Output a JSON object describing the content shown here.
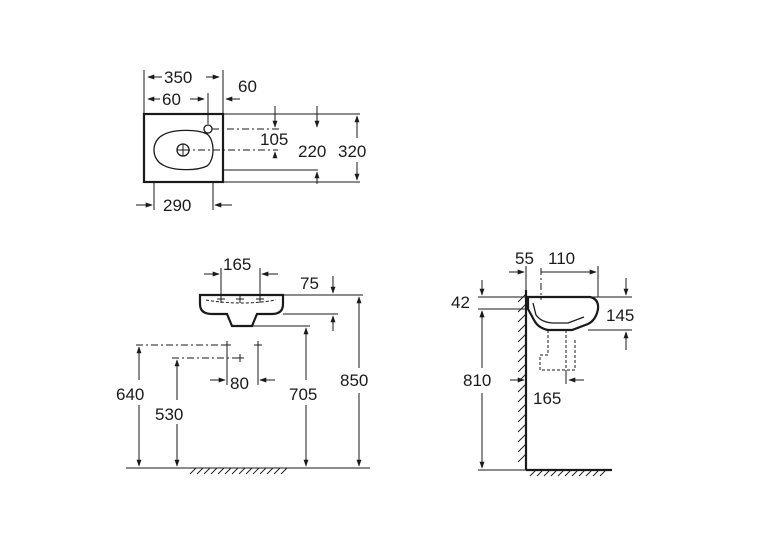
{
  "top_view": {
    "dims": {
      "width_total": "350",
      "tap_offset_left": "60",
      "tap_offset_right": "60",
      "tap_depth": "105",
      "depth_220": "220",
      "depth_total": "320",
      "bowl_width": "290"
    }
  },
  "front_view": {
    "dims": {
      "tap_spacing": "165",
      "top_thickness": "75",
      "waste_spacing": "80",
      "waste_640": "640",
      "waste_530": "530",
      "height_705": "705",
      "height_850": "850"
    }
  },
  "side_view": {
    "dims": {
      "wall_55": "55",
      "tap_110": "110",
      "thickness_42": "42",
      "height_145": "145",
      "height_810": "810",
      "projection_165": "165"
    }
  }
}
